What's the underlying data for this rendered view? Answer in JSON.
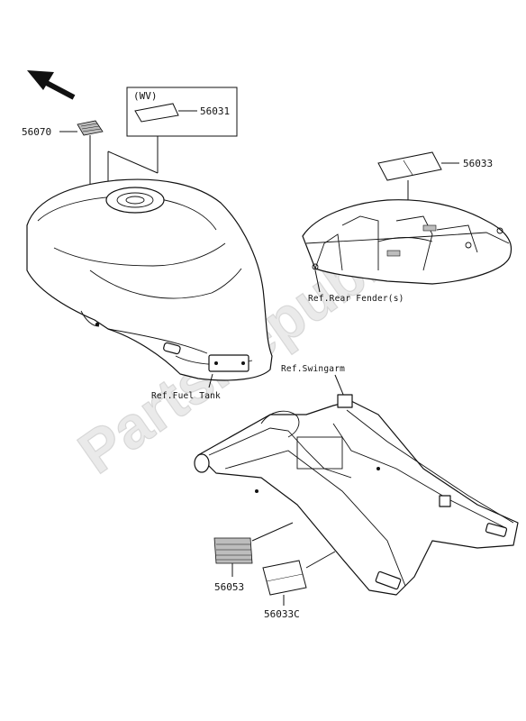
{
  "watermark": {
    "text": "PartsRepublik"
  },
  "icons": {
    "direction": "arrow-front-icon"
  },
  "variant_box": {
    "label": "(WV)",
    "part_number": "56031"
  },
  "parts": [
    {
      "part_number": "56070"
    },
    {
      "part_number": "56033"
    },
    {
      "part_number": "56053"
    },
    {
      "part_number": "56033C"
    }
  ],
  "references": {
    "fuel_tank": "Ref.Fuel Tank",
    "rear_fender": "Ref.Rear Fender(s)",
    "swingarm": "Ref.Swingarm"
  },
  "colors": {
    "line": "#111111",
    "watermark": "#d0d0d0",
    "label_fill": "#bdbdbd"
  }
}
